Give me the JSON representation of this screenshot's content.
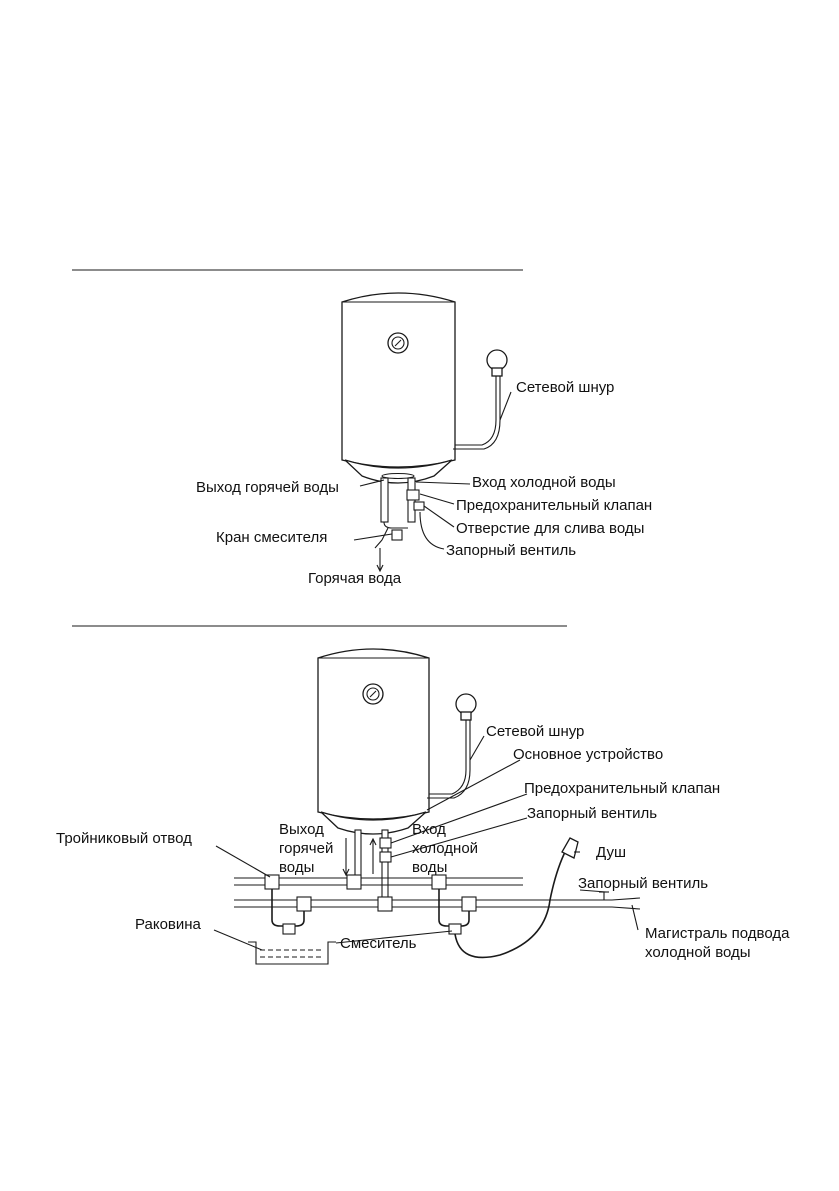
{
  "diagram1": {
    "labels": {
      "power_cord": "Сетевой шнур",
      "hot_outlet": "Выход горячей воды",
      "cold_inlet": "Вход холодной воды",
      "safety_valve": "Предохранительный клапан",
      "mixer_tap": "Кран смесителя",
      "drain_hole": "Отверстие для слива воды",
      "shutoff_valve": "Запорный вентиль",
      "hot_water": "Горячая вода"
    }
  },
  "diagram2": {
    "labels": {
      "power_cord": "Сетевой шнур",
      "main_unit": "Основное устройство",
      "safety_valve": "Предохранительный клапан",
      "shutoff_valve": "Запорный вентиль",
      "tee": "Тройниковый отвод",
      "hot_outlet_l1": "Выход",
      "hot_outlet_l2": "горячей",
      "hot_outlet_l3": "воды",
      "cold_inlet_l1": "Вход",
      "cold_inlet_l2": "холодной",
      "cold_inlet_l3": "воды",
      "shower": "Душ",
      "shutoff_valve_2": "Запорный вентиль",
      "sink": "Раковина",
      "mixer": "Смеситель",
      "main_line_l1": "Магистраль подвода",
      "main_line_l2": "холодной воды"
    }
  },
  "colors": {
    "ink": "#1a1a1a",
    "background": "#ffffff"
  }
}
